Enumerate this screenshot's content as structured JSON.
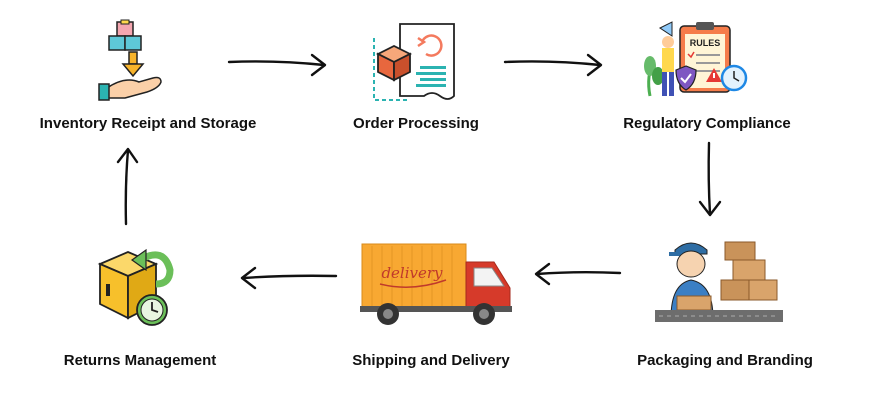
{
  "diagram": {
    "nodes": [
      {
        "id": "inventory",
        "label": "Inventory Receipt and Storage",
        "icon": "hand-with-boxes-icon"
      },
      {
        "id": "order",
        "label": "Order Processing",
        "icon": "box-document-icon"
      },
      {
        "id": "compliance",
        "label": "Regulatory Compliance",
        "icon": "rules-clipboard-icon"
      },
      {
        "id": "packaging",
        "label": "Packaging and Branding",
        "icon": "worker-packing-icon"
      },
      {
        "id": "shipping",
        "label": "Shipping and Delivery",
        "icon": "delivery-truck-icon"
      },
      {
        "id": "returns",
        "label": "Returns Management",
        "icon": "return-box-clock-icon"
      }
    ],
    "truck_text": "delivery",
    "clipboard_text": "RULES",
    "flow": [
      [
        "inventory",
        "order"
      ],
      [
        "order",
        "compliance"
      ],
      [
        "compliance",
        "packaging"
      ],
      [
        "packaging",
        "shipping"
      ],
      [
        "shipping",
        "returns"
      ],
      [
        "returns",
        "inventory"
      ]
    ]
  }
}
